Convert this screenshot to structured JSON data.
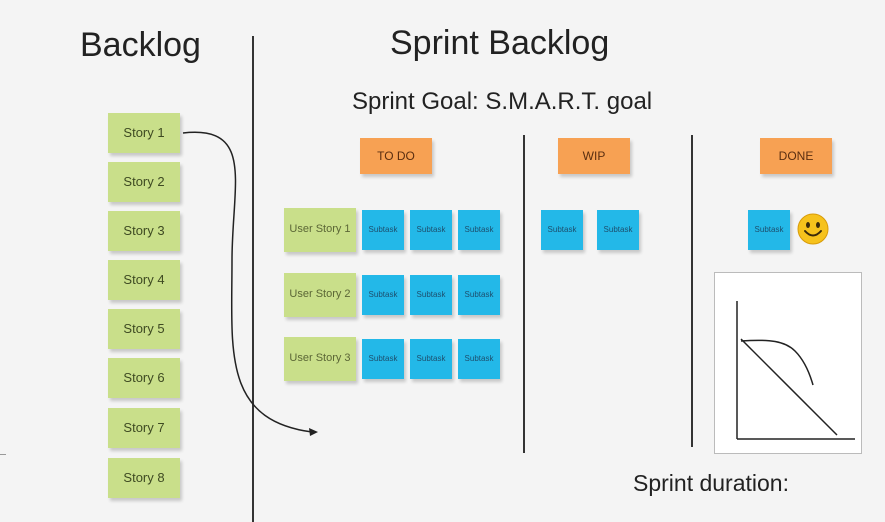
{
  "titles": {
    "backlog": "Backlog",
    "sprint_backlog": "Sprint Backlog",
    "sprint_goal": "Sprint Goal: S.M.A.R.T. goal",
    "sprint_duration": "Sprint duration:"
  },
  "backlog_stories": [
    "Story 1",
    "Story 2",
    "Story 3",
    "Story 4",
    "Story 5",
    "Story 6",
    "Story 7",
    "Story 8"
  ],
  "columns": {
    "todo": "TO DO",
    "wip": "WIP",
    "done": "DONE"
  },
  "user_stories": [
    {
      "label": "User Story 1",
      "todo_subtasks": [
        "Subtask",
        "Subtask",
        "Subtask"
      ]
    },
    {
      "label": "User Story 2",
      "todo_subtasks": [
        "Subtask",
        "Subtask",
        "Subtask"
      ]
    },
    {
      "label": "User Story 3",
      "todo_subtasks": [
        "Subtask",
        "Subtask",
        "Subtask"
      ]
    }
  ],
  "wip_subtasks": [
    "Subtask",
    "Subtask"
  ],
  "done_subtasks": [
    "Subtask"
  ],
  "colors": {
    "story_note": "#c9df8a",
    "subtask_note": "#23b8e8",
    "column_header_note": "#f7a153",
    "smiley": "#f6c21c"
  },
  "icons": {
    "done_marker": "smiley-face-icon",
    "moved_story": "curved-arrow-icon"
  }
}
